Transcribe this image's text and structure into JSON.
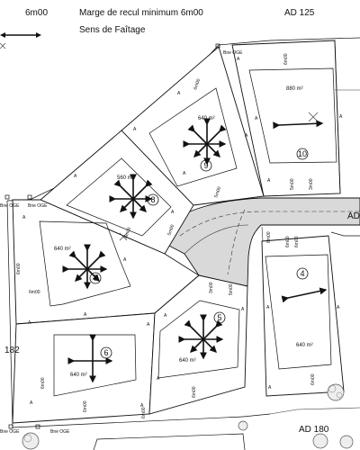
{
  "legend": {
    "setback_value": "6m00",
    "setback_label": "Marge de recul minimum 6m00",
    "ridge_label": "Sens de Faîtage"
  },
  "references": {
    "top_right": "AD 125",
    "bottom_right": "AD 180",
    "road_right": "AD",
    "left_number": "182"
  },
  "boundary_labels": {
    "bne_oge": "Bne OGE"
  },
  "lots": [
    {
      "number": "10",
      "area": "880 m²"
    },
    {
      "number": "9",
      "area": "640 m²"
    },
    {
      "number": "8",
      "area": "560 m²"
    },
    {
      "number": "7",
      "area": "640 m²"
    },
    {
      "number": "6",
      "area": "640 m²"
    },
    {
      "number": "5",
      "area": "640 m²"
    },
    {
      "number": "4",
      "area": "640 m²"
    }
  ],
  "dimensions": {
    "setback": "6m00",
    "setback_3m": "3m00",
    "setback_5m": "5m00"
  },
  "markers": {
    "angle_marker": "A"
  },
  "colors": {
    "road_fill": "#d9d9d9",
    "line": "#111111"
  }
}
